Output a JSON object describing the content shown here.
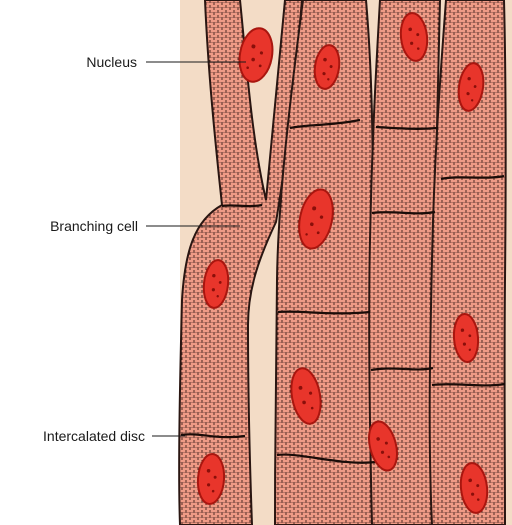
{
  "labels": {
    "nucleus": "Nucleus",
    "branching_cell": "Branching cell",
    "intercalated_disc": "Intercalated disc"
  },
  "colors": {
    "background": "#f3dcc6",
    "fiber_fill": "#ef9b86",
    "striation": "#2a1612",
    "outline": "#2a1612",
    "nucleus_fill": "#e8352b",
    "nucleus_rim": "#a9160f",
    "nucleus_spot": "#8a0f0a"
  }
}
